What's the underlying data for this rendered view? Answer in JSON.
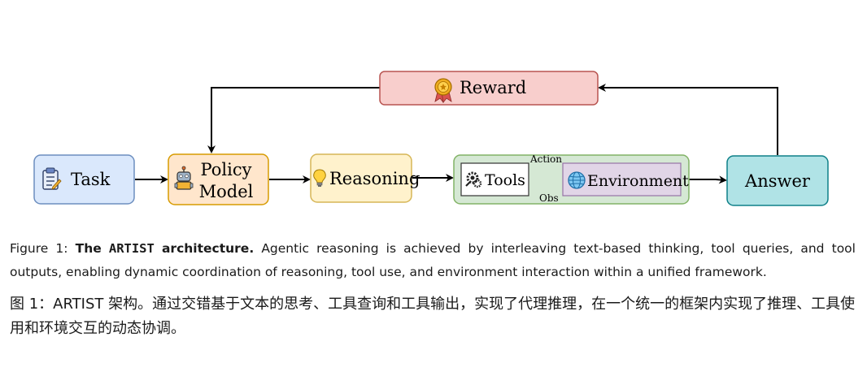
{
  "diagram": {
    "nodes": {
      "task": {
        "label": "Task",
        "fill": "#dae8fc",
        "stroke": "#6c8ebf",
        "icon": "clipboard-icon"
      },
      "policy": {
        "label_line1": "Policy",
        "label_line2": "Model",
        "fill": "#ffe6cc",
        "stroke": "#d79b00",
        "icon": "robot-icon"
      },
      "reasoning": {
        "label": "Reasoning",
        "fill": "#fff2cc",
        "stroke": "#d6b656",
        "icon": "lightbulb-icon"
      },
      "tool_group": {
        "fill": "#d5e8d4",
        "stroke": "#82b366"
      },
      "tools": {
        "label": "Tools",
        "fill": "#ffffff",
        "stroke": "#333333",
        "icon": "gears-icon"
      },
      "environment": {
        "label": "Environment",
        "fill": "#e1d5e7",
        "stroke": "#9673a6",
        "icon": "globe-icon"
      },
      "answer": {
        "label": "Answer",
        "fill": "#b0e3e6",
        "stroke": "#0e8088"
      },
      "reward": {
        "label": "Reward",
        "fill": "#f8cecc",
        "stroke": "#b85450",
        "icon": "medal-icon"
      }
    },
    "edges": {
      "action": "Action",
      "obs": "Obs"
    }
  },
  "caption": {
    "en_label": "Figure 1:",
    "en_title_pre": "The",
    "en_title_code": "ARTIST",
    "en_title_post": "architecture.",
    "en_body": "Agentic reasoning is achieved by interleaving text-based thinking, tool queries, and tool outputs, enabling dynamic coordination of reasoning, tool use, and environment interaction within a unified framework.",
    "zh": "图 1：ARTIST 架构。通过交错基于文本的思考、工具查询和工具输出，实现了代理推理，在一个统一的框架内实现了推理、工具使用和环境交互的动态协调。"
  }
}
